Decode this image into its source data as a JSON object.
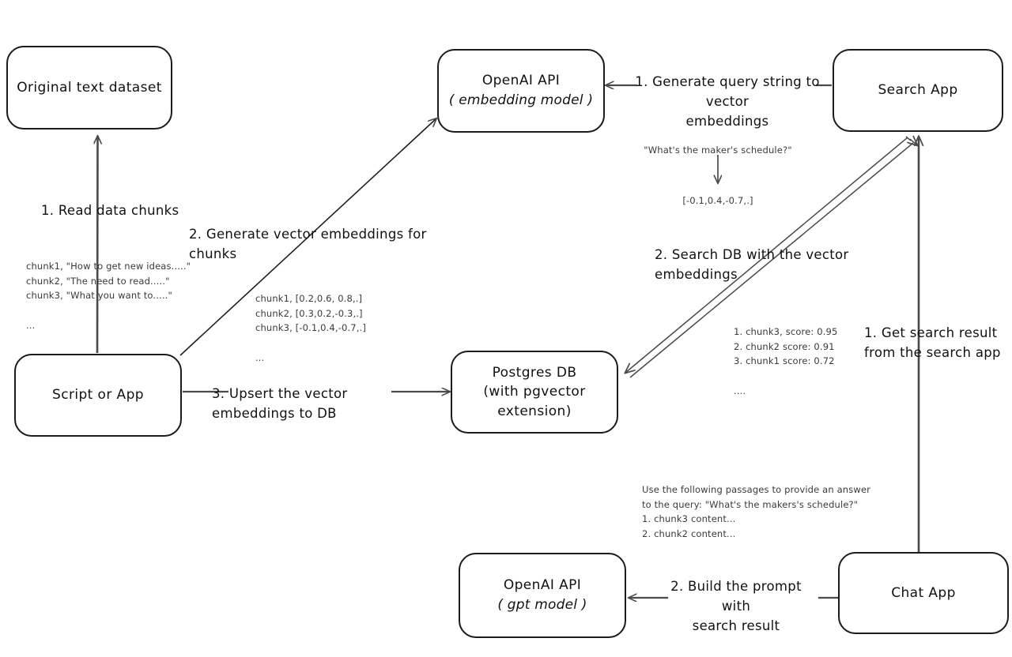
{
  "diagram": {
    "title": "Vector search RAG architecture",
    "background": "#ffffff",
    "stroke": "#4a4a4a",
    "node_stroke": "#1b1b1b",
    "text_color": "#111111",
    "note_color": "#3a3a3a"
  },
  "nodes": {
    "original_dataset": {
      "line1": "Original text dataset",
      "line2": ""
    },
    "script_or_app": {
      "line1": "Script or App",
      "line2": ""
    },
    "openai_embedding": {
      "line1": "OpenAI API",
      "line2": "( embedding model )"
    },
    "postgres_db": {
      "line1": "Postgres DB",
      "line2": "(with pgvector extension)"
    },
    "search_app": {
      "line1": "Search App",
      "line2": ""
    },
    "chat_app": {
      "line1": "Chat App",
      "line2": ""
    },
    "openai_gpt": {
      "line1": "OpenAI API",
      "line2": "( gpt model )"
    }
  },
  "edge_labels": {
    "read_data_chunks": "1. Read data chunks",
    "generate_vector_embeddings": "2. Generate vector embeddings for chunks",
    "upsert_to_db": "3. Upsert the vector embeddings  to DB",
    "generate_query_embeddings": "1. Generate query string to vector\nembeddings",
    "search_db": "2. Search DB with the vector embeddings",
    "get_search_result": "1. Get search result\nfrom the search app",
    "build_prompt": "2. Build the prompt with\nsearch result"
  },
  "notes": {
    "chunks_sample": "chunk1, \"How to get new ideas.....\"\nchunk2, \"The need to read.....\"\nchunk3, \"What you want to.....\"\n\n...",
    "chunk_vectors": "chunk1, [0.2,0.6, 0.8,.]\nchunk2, [0.3,0.2,-0.3,.]\nchunk3, [-0.1,0.4,-0.7,.]\n\n...",
    "query_string": "\"What's the maker's schedule?\"",
    "query_vector": "[-0.1,0.4,-0.7,.]",
    "search_results": "1. chunk3, score: 0.95\n2. chunk2 score: 0.91\n3. chunk1 score: 0.72\n\n....",
    "prompt_text": "Use the following passages to provide an answer\nto the query: \"What's the makers's schedule?\"\n1. chunk3 content...\n2. chunk2 content..."
  }
}
